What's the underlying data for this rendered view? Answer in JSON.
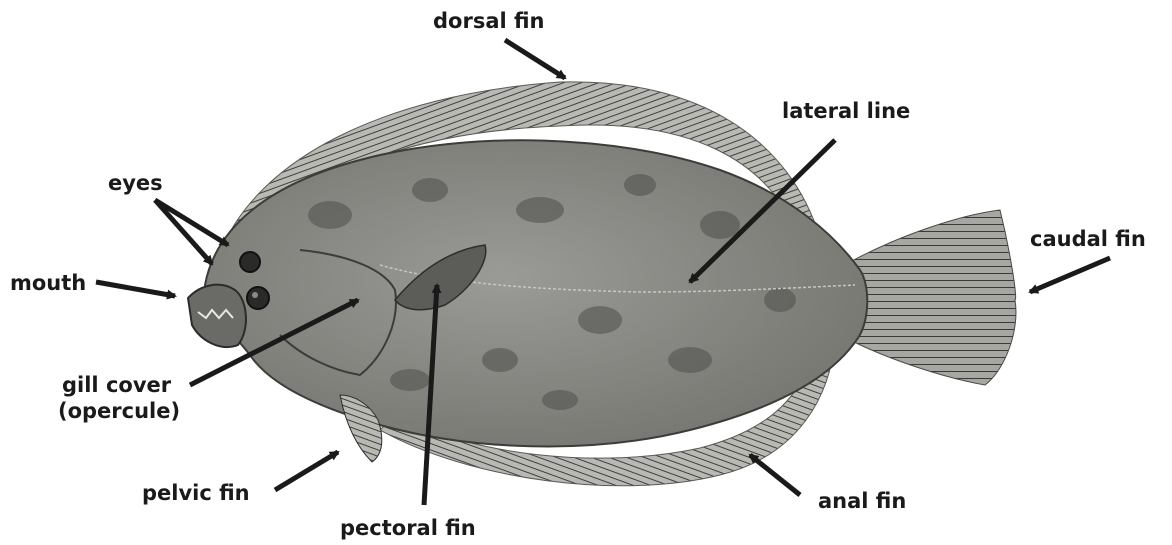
{
  "labels": {
    "dorsal_fin": "dorsal fin",
    "lateral_line": "lateral line",
    "eyes": "eyes",
    "mouth": "mouth",
    "caudal_fin": "caudal fin",
    "gill_cover_line1": "gill cover",
    "gill_cover_line2": "(opercule)",
    "pelvic_fin": "pelvic fin",
    "pectoral_fin": "pectoral fin",
    "anal_fin": "anal fin"
  },
  "colors": {
    "ink": "#1a1a1a",
    "body": "#8a8a86",
    "fin": "#6e6e6a",
    "spots": "#4e4e4b",
    "background": "#ffffff"
  }
}
